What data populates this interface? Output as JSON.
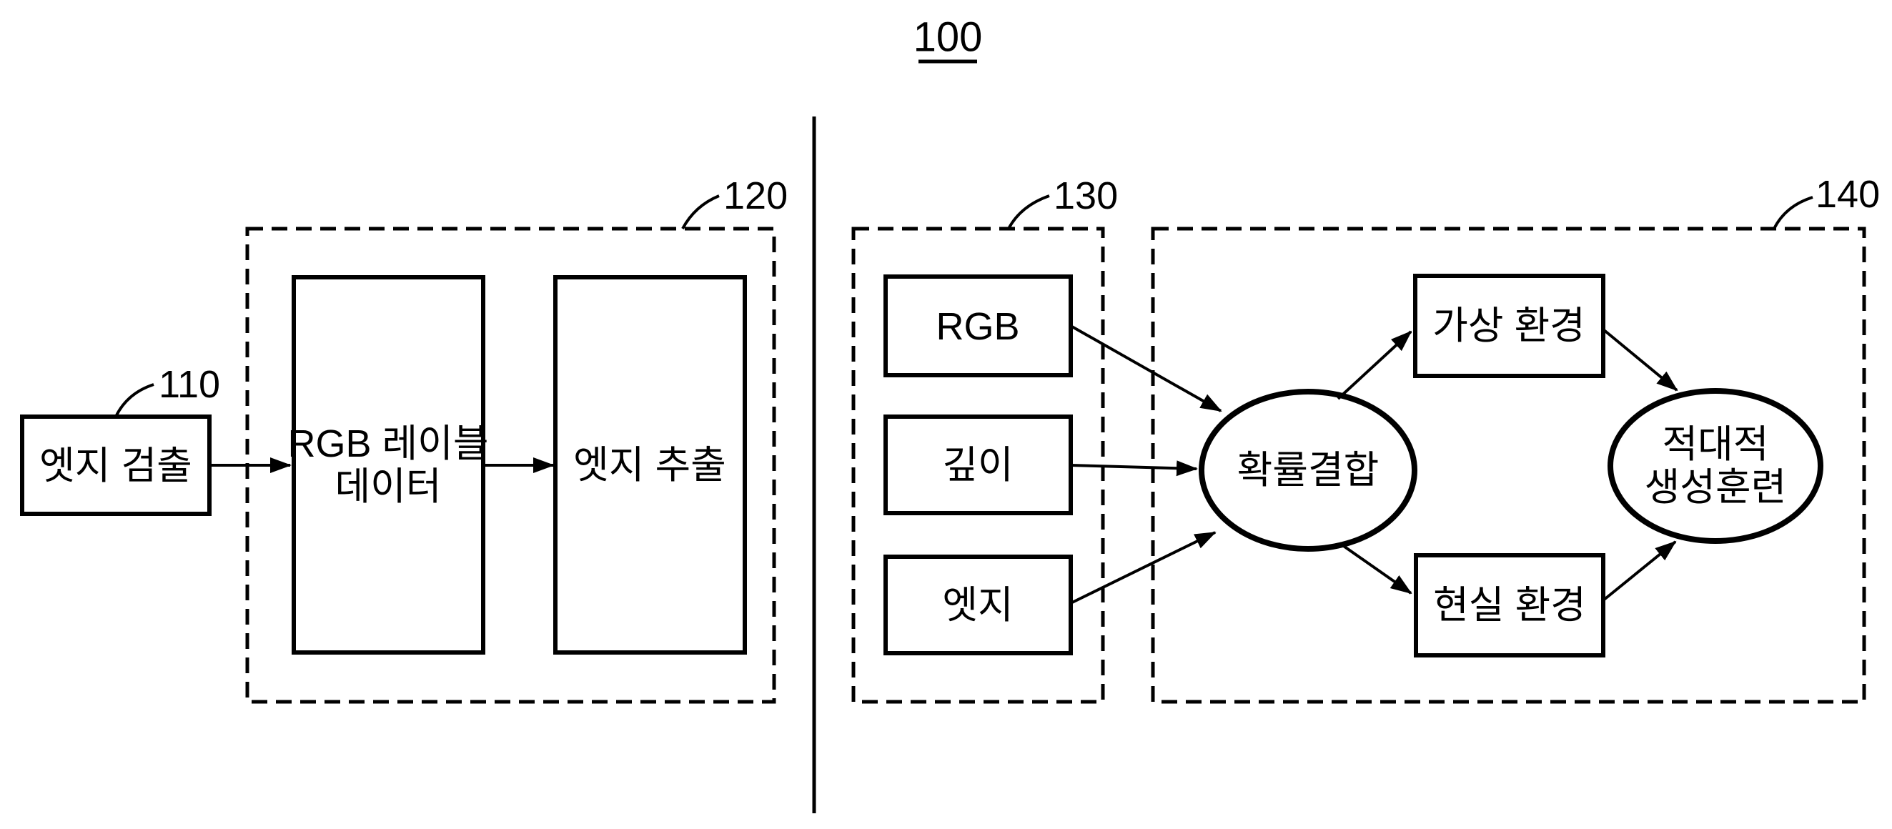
{
  "title": {
    "label": "100"
  },
  "colors": {
    "ink": "#000000",
    "background": "#ffffff"
  },
  "left": {
    "edge_detection": {
      "ref": "110",
      "label": "엣지 검출"
    },
    "group_120": {
      "ref": "120"
    },
    "rgb_label_data": {
      "line1": "RGB 레이블",
      "line2": "데이터"
    },
    "edge_extraction": {
      "label": "엣지 추출"
    }
  },
  "right": {
    "group_130": {
      "ref": "130"
    },
    "inputs": {
      "rgb": "RGB",
      "depth": "깊이",
      "edge": "엣지"
    },
    "group_140": {
      "ref": "140"
    },
    "probability_fusion": {
      "label": "확률결합"
    },
    "virtual_env": {
      "label": "가상 환경"
    },
    "real_env": {
      "label": "현실 환경"
    },
    "adversarial_training": {
      "line1": "적대적",
      "line2": "생성훈련"
    }
  }
}
